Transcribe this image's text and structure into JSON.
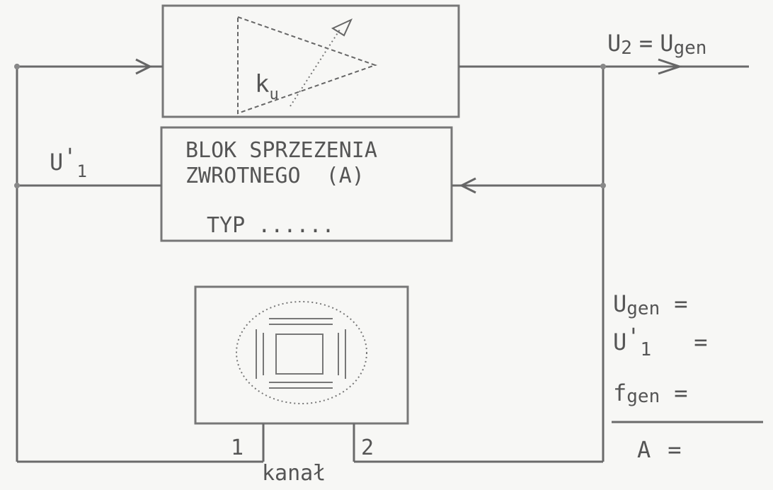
{
  "amplifier": {
    "gain_label": "k",
    "gain_subscript": "u"
  },
  "output": {
    "label_left": "U",
    "label_left_sub": "2",
    "equals": "=",
    "label_right": "U",
    "label_right_sub": "gen"
  },
  "feedback_block": {
    "line1": "BLOK SPRZEZENIA",
    "line2": "ZWROTNEGO  (A)",
    "line3": "TYP ......"
  },
  "feedback_signal": {
    "label": "U",
    "prime": "'",
    "sub": "1"
  },
  "channel": {
    "pin1": "1",
    "pin2": "2",
    "label": "kanał"
  },
  "readouts": [
    {
      "name": "U",
      "sub": "gen",
      "tail": "="
    },
    {
      "name": "U",
      "prime": "'",
      "sub": "1",
      "tail": "="
    },
    {
      "name": "f",
      "sub": "gen",
      "tail": "="
    },
    {
      "name": "A",
      "sub": "",
      "tail": "="
    }
  ]
}
